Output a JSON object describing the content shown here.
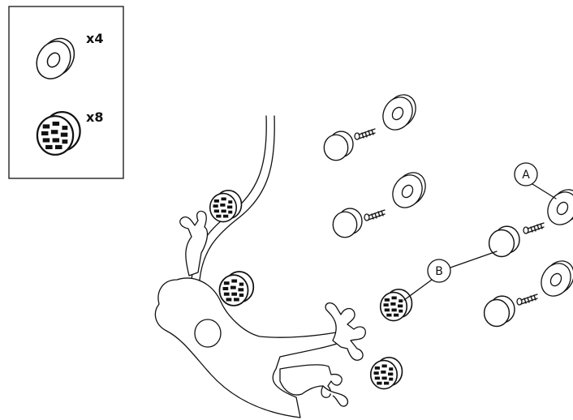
{
  "legend": {
    "items": [
      {
        "part": "washer-spacer",
        "icon": "washer-icon",
        "quantity": "x4"
      },
      {
        "part": "mesh-cap",
        "icon": "mesh-cap-icon",
        "quantity": "x8"
      }
    ]
  },
  "callouts": [
    {
      "letter": "A",
      "refers_to": "washer-spacer"
    },
    {
      "letter": "B",
      "refers_to": "mesh-cap"
    }
  ],
  "colors": {
    "line": "#111111",
    "background": "#ffffff"
  }
}
